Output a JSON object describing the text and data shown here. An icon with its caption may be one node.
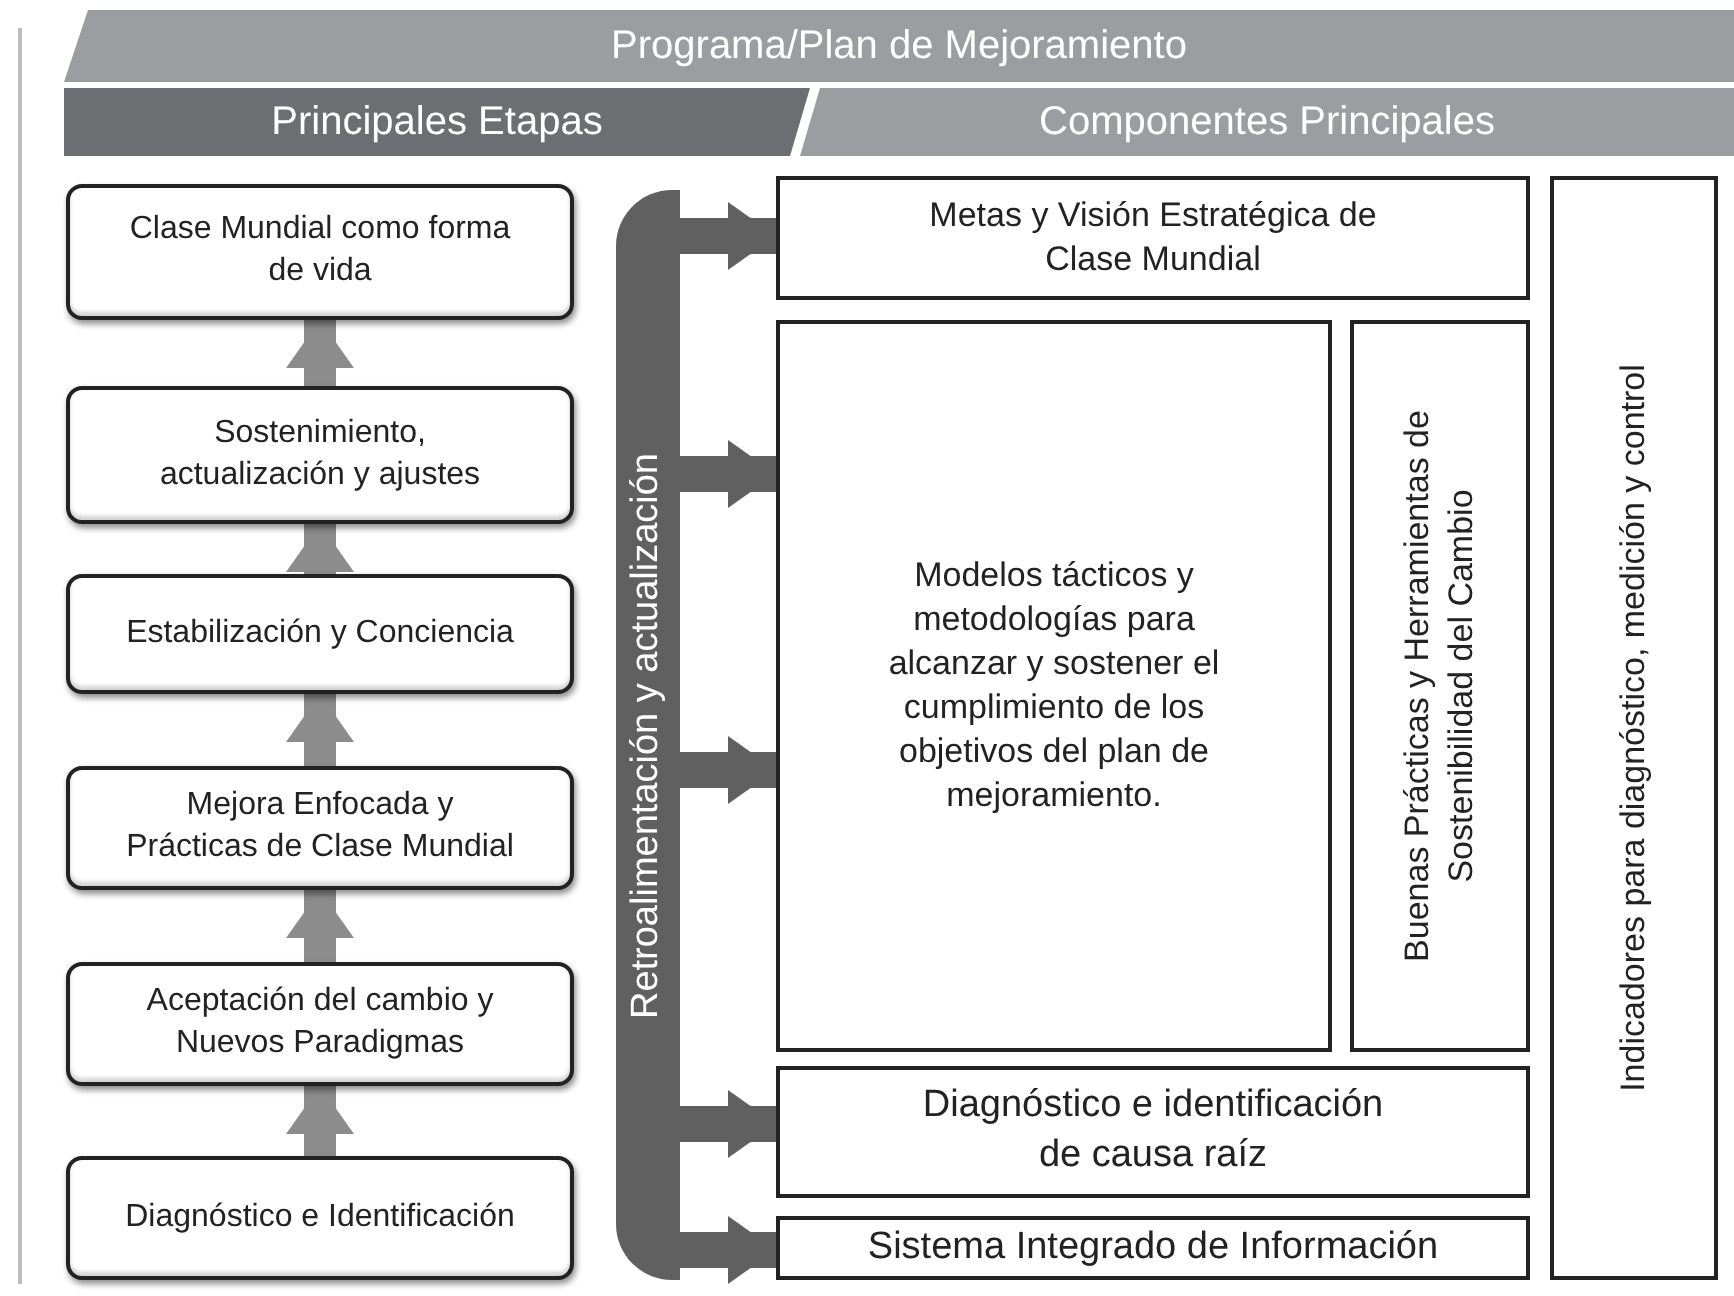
{
  "diagram": {
    "nodes": [
      {
        "text": [
          "Programa/Plan de Mejoramiento"
        ]
      },
      {
        "text": [
          "Principales Etapas"
        ]
      },
      {
        "text": [
          "Componentes Principales"
        ]
      },
      {
        "text": [
          "Clase Mundial como forma de vida"
        ]
      },
      {
        "text": [
          "Sostenimiento, actualización y ajustes"
        ]
      },
      {
        "text": [
          "Estabilización y Conciencia"
        ]
      },
      {
        "text": [
          "Mejora Enfocada y Prácticas de Clase Mundial"
        ]
      },
      {
        "text": [
          "Aceptación del cambio y Nuevos Paradigmas"
        ]
      },
      {
        "text": [
          "Diagnóstico e Identificación"
        ]
      },
      {
        "text": [
          "Retroalimentación y actualización"
        ]
      },
      {
        "text": [
          "Metas y Visión Estratégica de Clase Mundial"
        ]
      },
      {
        "text": [
          "Modelos tácticos y metodologías para alcanzar y sostener el cumplimiento de los objetivos del plan de mejoramiento."
        ]
      },
      {
        "text": [
          "Buenas Prácticas y Herramientas de Sostenibilidad del Cambio"
        ]
      },
      {
        "text": [
          "Diagnóstico e identificación de causa raíz"
        ]
      },
      {
        "text": [
          "Sistema Integrado de Información"
        ]
      },
      {
        "text": [
          "Indicadores para diagnóstico, medición y control"
        ]
      }
    ],
    "edges": [
      {
        "from": 8,
        "to": 7,
        "arrow": "to",
        "color": "#8c8c8c"
      },
      {
        "from": 7,
        "to": 6,
        "arrow": "to",
        "color": "#8c8c8c"
      },
      {
        "from": 6,
        "to": 5,
        "arrow": "to",
        "color": "#8c8c8c"
      },
      {
        "from": 5,
        "to": 4,
        "arrow": "to",
        "color": "#8c8c8c"
      },
      {
        "from": 4,
        "to": 3,
        "arrow": "to",
        "color": "#8c8c8c"
      },
      {
        "from": 9,
        "to": 10,
        "arrow": "to",
        "color": "#606060"
      },
      {
        "from": 9,
        "to": 11,
        "arrow": "to",
        "color": "#606060"
      },
      {
        "from": 9,
        "to": 11,
        "arrow": "to",
        "color": "#606060"
      },
      {
        "from": 9,
        "to": 13,
        "arrow": "to",
        "color": "#606060"
      },
      {
        "from": 9,
        "to": 14,
        "arrow": "to",
        "color": "#606060"
      }
    ]
  }
}
